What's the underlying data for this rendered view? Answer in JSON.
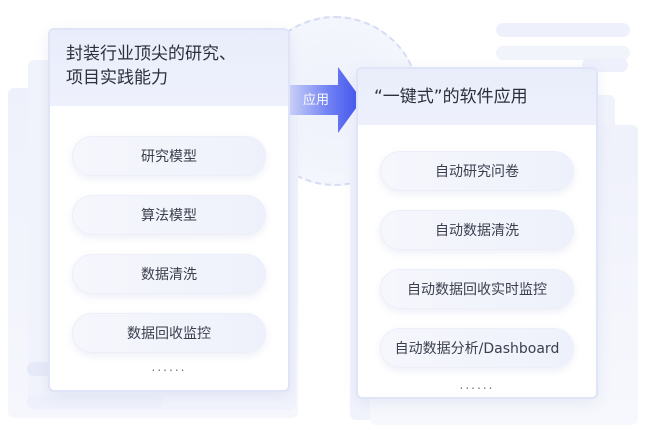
{
  "left_card": {
    "title_line1": "封装行业顶尖的研究、",
    "title_line2": "项目实践能力",
    "items": [
      "研究模型",
      "算法模型",
      "数据清洗",
      "数据回收监控"
    ],
    "more": "......"
  },
  "arrow": {
    "label": "应用"
  },
  "right_card": {
    "title": "“一键式”的软件应用",
    "items": [
      "自动研究问卷",
      "自动数据清洗",
      "自动数据回收实时监控",
      "自动数据分析/Dashboard"
    ],
    "more": "......"
  },
  "colors": {
    "accent_blue": "#4a5cf0",
    "card_header": "#e9edfb",
    "pill_bg": "#f2f4fc"
  }
}
